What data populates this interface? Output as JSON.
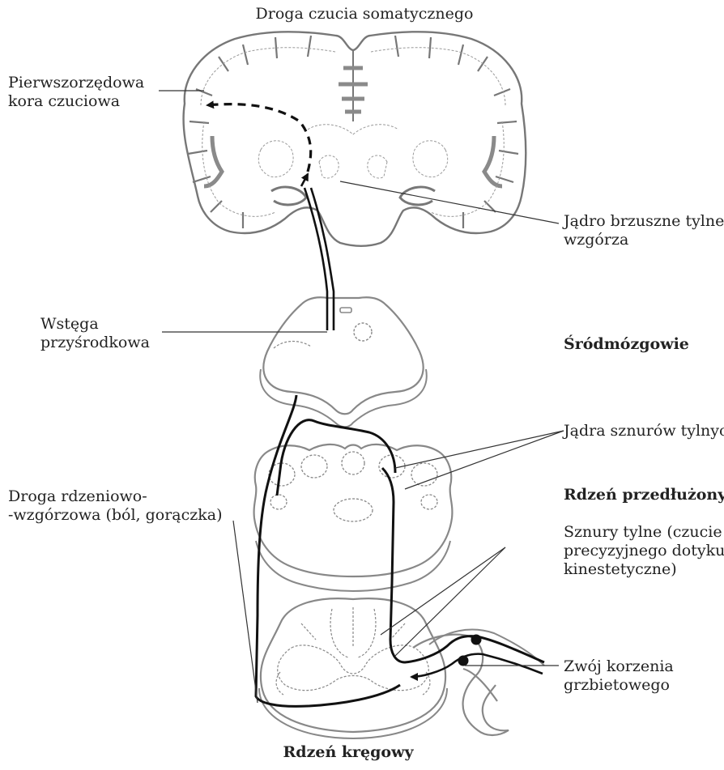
{
  "diagram": {
    "title": "Droga czucia somatycznego",
    "labels": {
      "primary_cortex": [
        "Pierwszorzędowa",
        "kora czuciowa"
      ],
      "thalamus": [
        "Jądro brzuszne tylne",
        "wzgórza"
      ],
      "medial_lemniscus": [
        "Wstęga",
        "przyśrodkowa"
      ],
      "midbrain": "Śródmózgowie",
      "dorsal_column_nuclei": "Jądra sznurów tylnych",
      "spinothalamic": [
        "Droga rdzeniowo-",
        "-wzgórzowa (ból, gorączka)"
      ],
      "medulla": "Rdzeń przedłużony",
      "dorsal_columns": [
        "Sznury tylne (czucie",
        "precyzyjnego dotyku,",
        "kinestetyczne)"
      ],
      "drg": [
        "Zwój korzenia",
        "grzbietowego"
      ],
      "spinal_cord": "Rdzeń kręgowy"
    }
  }
}
